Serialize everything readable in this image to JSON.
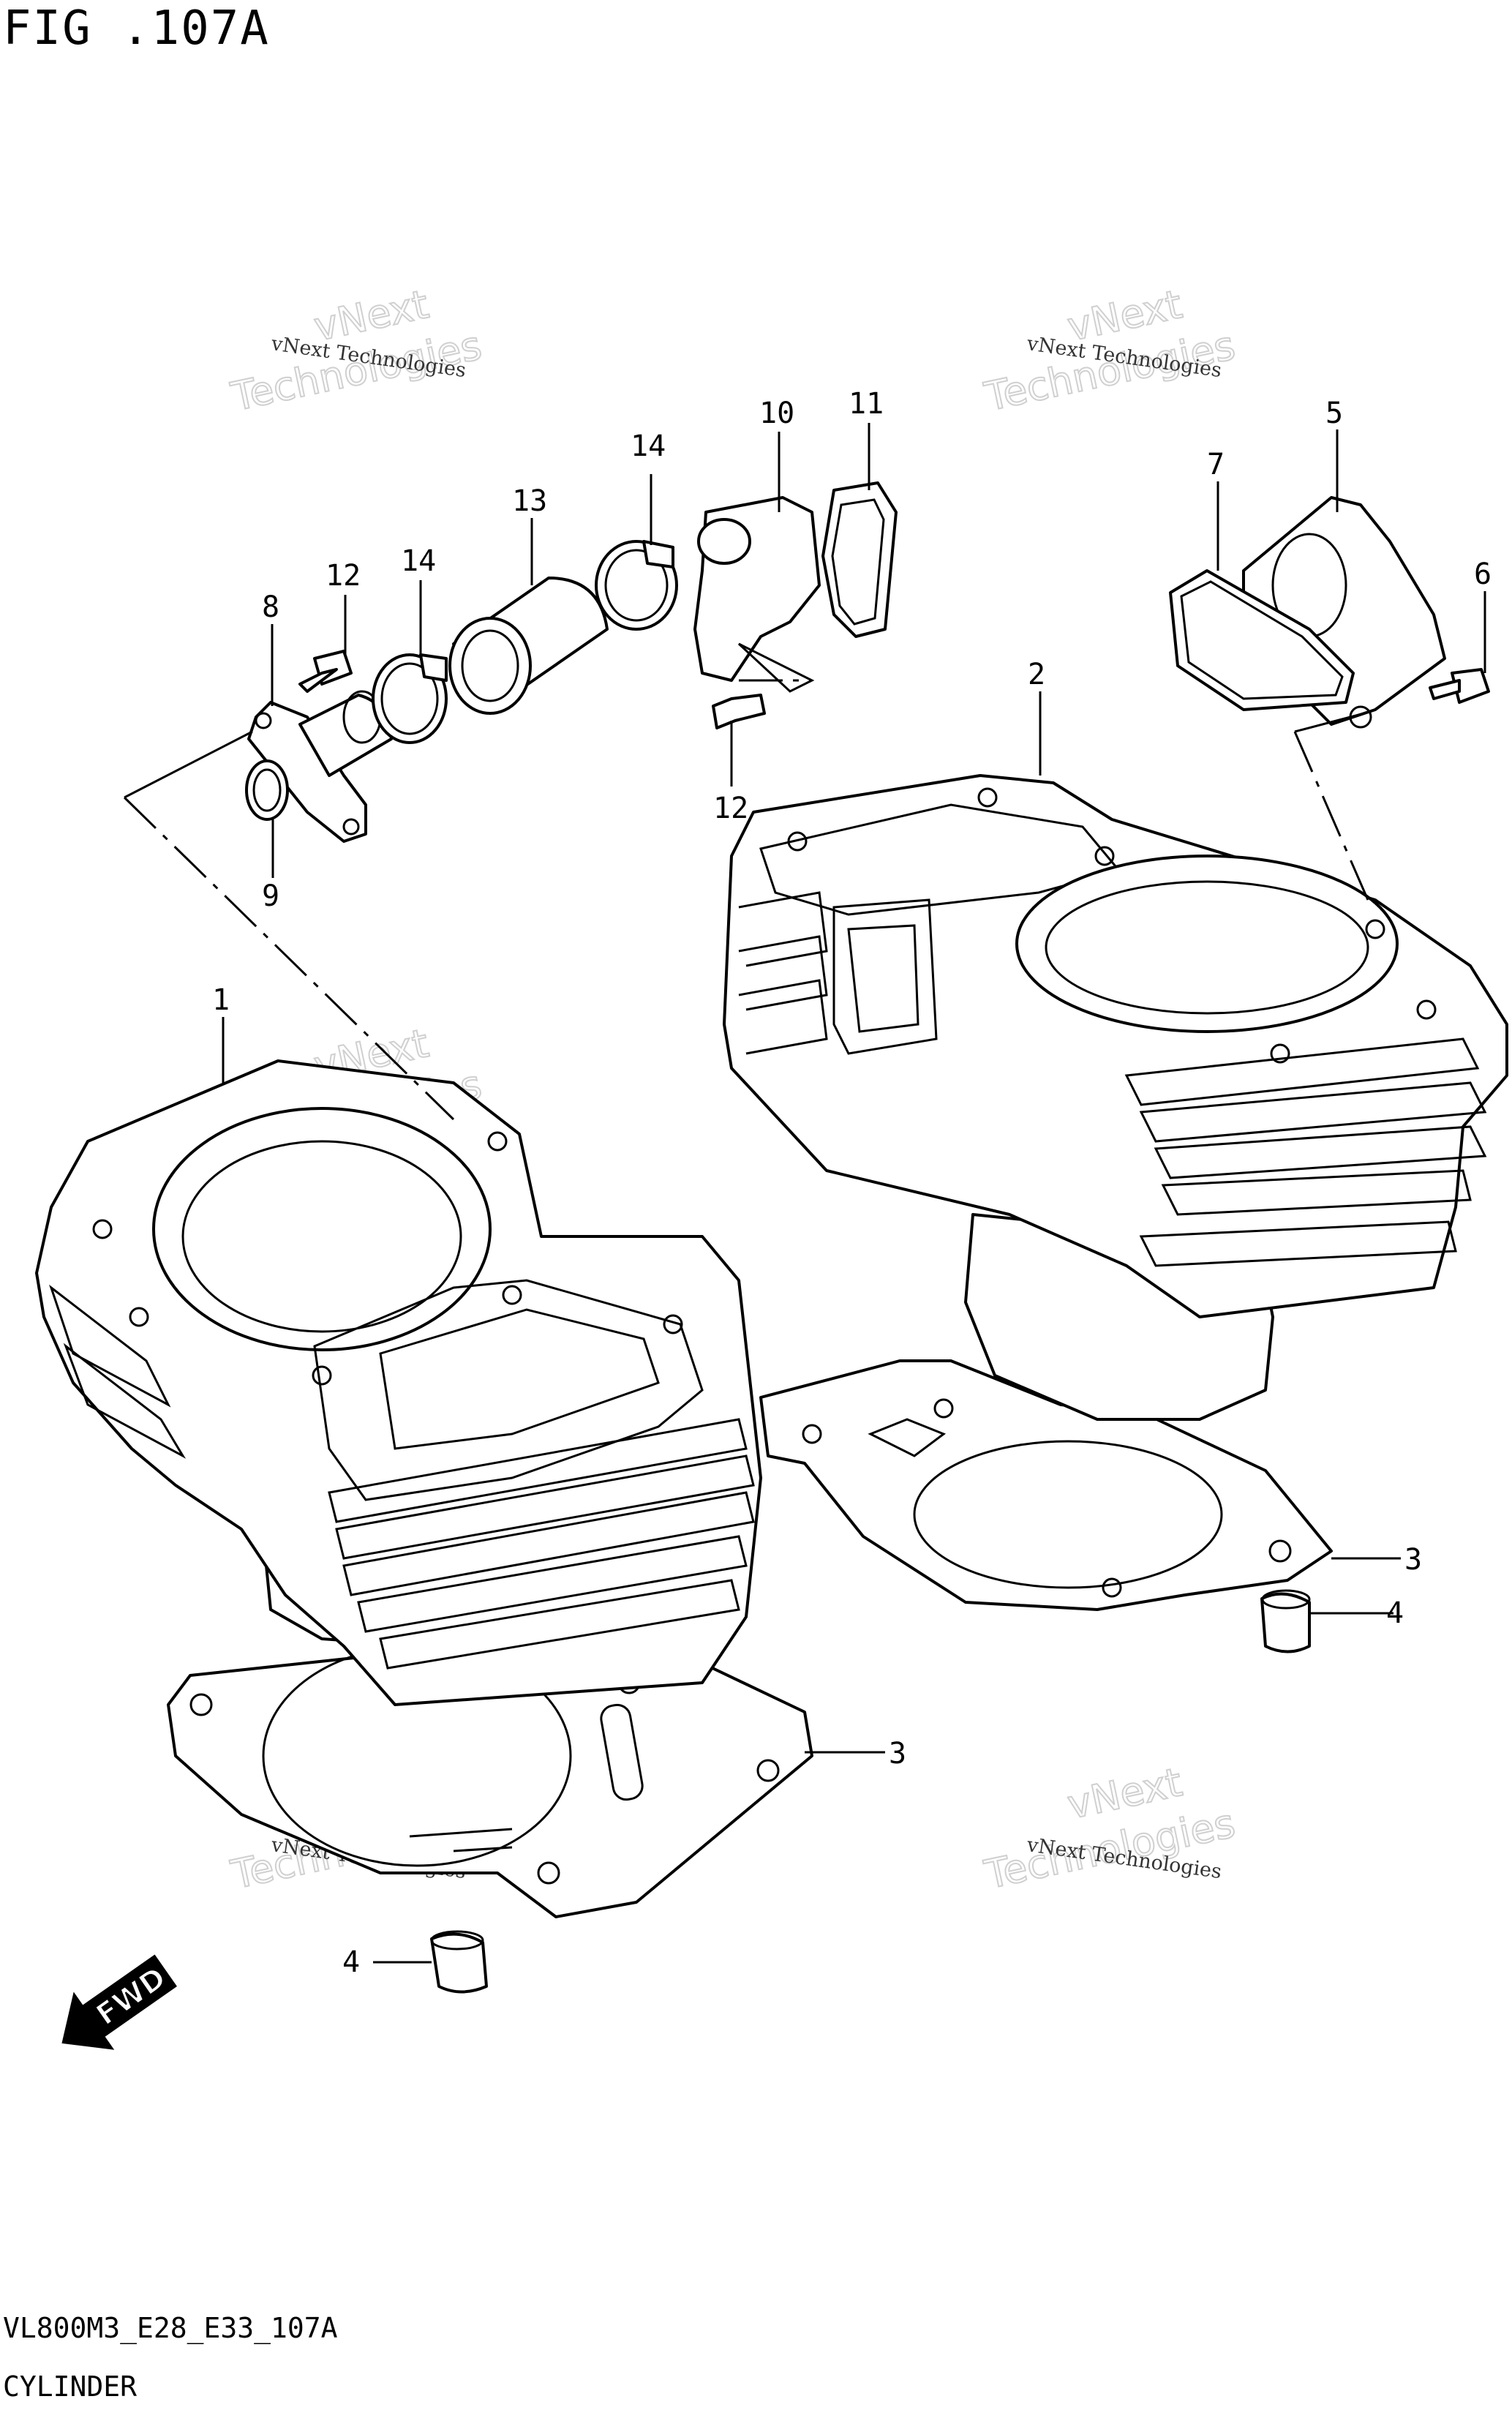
{
  "header": {
    "title": "FIG .107A"
  },
  "footer": {
    "code": "VL800M3_E28_E33_107A",
    "name": "CYLINDER"
  },
  "fwd_label": "FWD",
  "watermark": {
    "small": "vNext Technologies",
    "big": "Technologies",
    "top": "vNext"
  },
  "callouts": {
    "c1": "1",
    "c2": "2",
    "c3a": "3",
    "c3b": "3",
    "c4a": "4",
    "c4b": "4",
    "c5": "5",
    "c6": "6",
    "c7": "7",
    "c8": "8",
    "c9": "9",
    "c10": "10",
    "c11": "11",
    "c12a": "12",
    "c12b": "12",
    "c13": "13",
    "c14a": "14",
    "c14b": "14"
  }
}
